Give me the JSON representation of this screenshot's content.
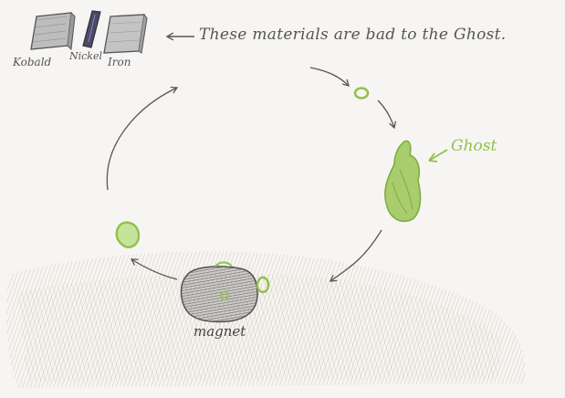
{
  "materials": [
    {
      "name": "Kobald",
      "icon": "kobald-slab-icon"
    },
    {
      "name": "Nickel",
      "icon": "nickel-bar-icon"
    },
    {
      "name": "Iron",
      "icon": "iron-slab-icon"
    }
  ],
  "note": "These materials are bad to the Ghost.",
  "ghost_label": "Ghost",
  "magnet_label": "magnet",
  "colors": {
    "paper": "#f7f5f3",
    "pencil": "#555555",
    "ghost_green": "#8fc24a",
    "ground": "#c9b9a0",
    "magnet_gray": "#7a7a7a"
  }
}
